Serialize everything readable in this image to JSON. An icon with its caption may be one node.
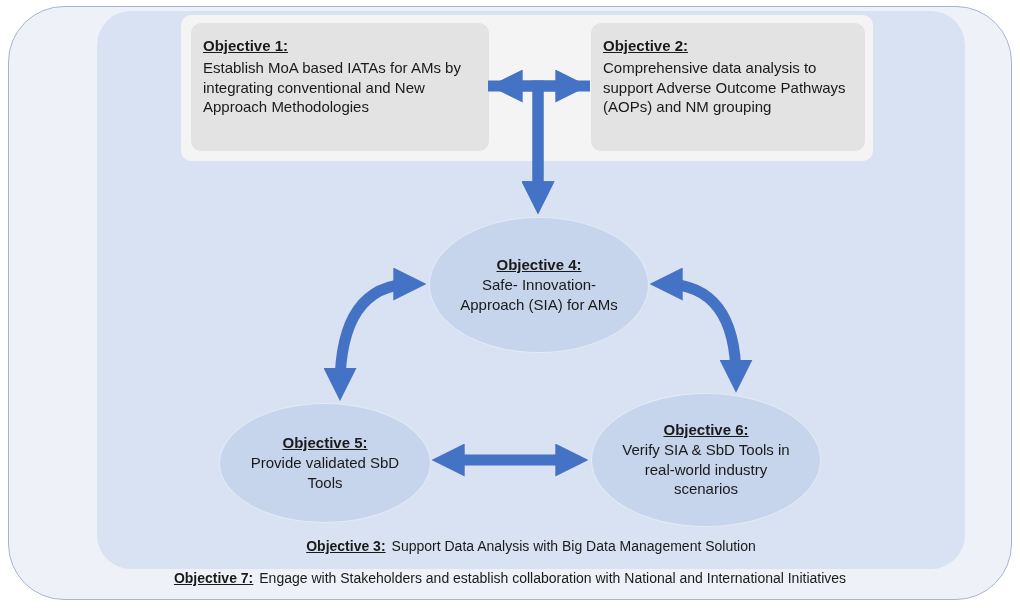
{
  "diagram": {
    "nodes": [
      {
        "text": [
          "Objective 7:",
          "Engage with Stakeholders and establish collaboration with National and International Initiatives"
        ]
      },
      {
        "text": [
          "Objective 3:",
          "Support Data Analysis  with Big Data Management Solution"
        ],
        "in": 0
      },
      {
        "text": [],
        "shape": "box",
        "in": 1
      },
      {
        "text": [
          "Objective 1:",
          "Establish MoA based IATAs for AMs by integrating conventional and New Approach Methodologies"
        ],
        "in": 2
      },
      {
        "text": [
          "Objective 2:",
          "Comprehensive data analysis to support Adverse Outcome Pathways (AOPs) and NM grouping"
        ],
        "in": 2
      },
      {
        "text": [
          "Objective 4:",
          "Safe- Innovation- Approach (SIA) for AMs"
        ],
        "in": 1
      },
      {
        "text": [
          "Objective 5:",
          "Provide validated SbD Tools"
        ],
        "in": 1
      },
      {
        "text": [
          "Objective 6:",
          "Verify SIA & SbD Tools in real-world industry scenarios"
        ],
        "in": 1
      }
    ],
    "edges": [
      {
        "from": 3,
        "to": 4,
        "arrow": "both"
      },
      {
        "from": 3,
        "to": 5,
        "arrow": "to"
      },
      {
        "from": 4,
        "to": 5,
        "arrow": "to"
      },
      {
        "from": 5,
        "to": 6,
        "arrow": "both"
      },
      {
        "from": 5,
        "to": 7,
        "arrow": "both"
      },
      {
        "from": 6,
        "to": 7,
        "arrow": "both"
      }
    ]
  }
}
